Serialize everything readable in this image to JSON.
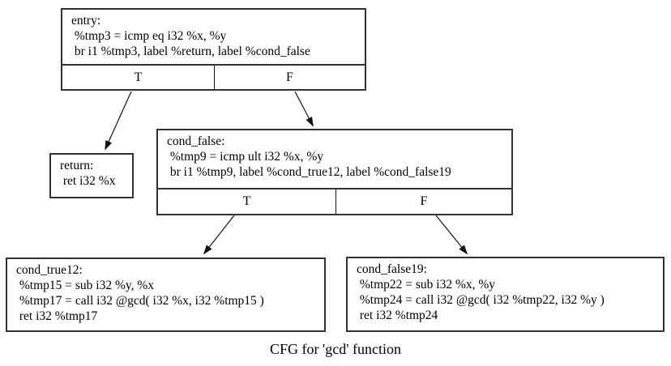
{
  "diagram": {
    "caption": "CFG for 'gcd' function",
    "nodes": [
      {
        "id": "entry",
        "lines": [
          "entry:",
          " %tmp3 = icmp eq i32 %x, %y",
          " br i1 %tmp3, label %return, label %cond_false"
        ],
        "ports": [
          "T",
          "F"
        ]
      },
      {
        "id": "return",
        "lines": [
          "return:",
          " ret i32 %x"
        ]
      },
      {
        "id": "cond_false",
        "lines": [
          "cond_false:",
          " %tmp9 = icmp ult i32 %x, %y",
          " br i1 %tmp9, label %cond_true12, label %cond_false19"
        ],
        "ports": [
          "T",
          "F"
        ]
      },
      {
        "id": "cond_true12",
        "lines": [
          "cond_true12:",
          " %tmp15 = sub i32 %y, %x",
          " %tmp17 = call i32 @gcd( i32 %x, i32 %tmp15 )",
          " ret i32 %tmp17"
        ]
      },
      {
        "id": "cond_false19",
        "lines": [
          "cond_false19:",
          " %tmp22 = sub i32 %x, %y",
          " %tmp24 = call i32 @gcd( i32 %tmp22, i32 %y )",
          " ret i32 %tmp24"
        ]
      }
    ],
    "edges": [
      {
        "from": "entry (T)",
        "to": "return"
      },
      {
        "from": "entry (F)",
        "to": "cond_false"
      },
      {
        "from": "cond_false (T)",
        "to": "cond_true12"
      },
      {
        "from": "cond_false (F)",
        "to": "cond_false19"
      }
    ],
    "colors": {
      "background": "#ffffff",
      "border": "#333333",
      "text": "#000000",
      "edge": "#111111"
    }
  }
}
